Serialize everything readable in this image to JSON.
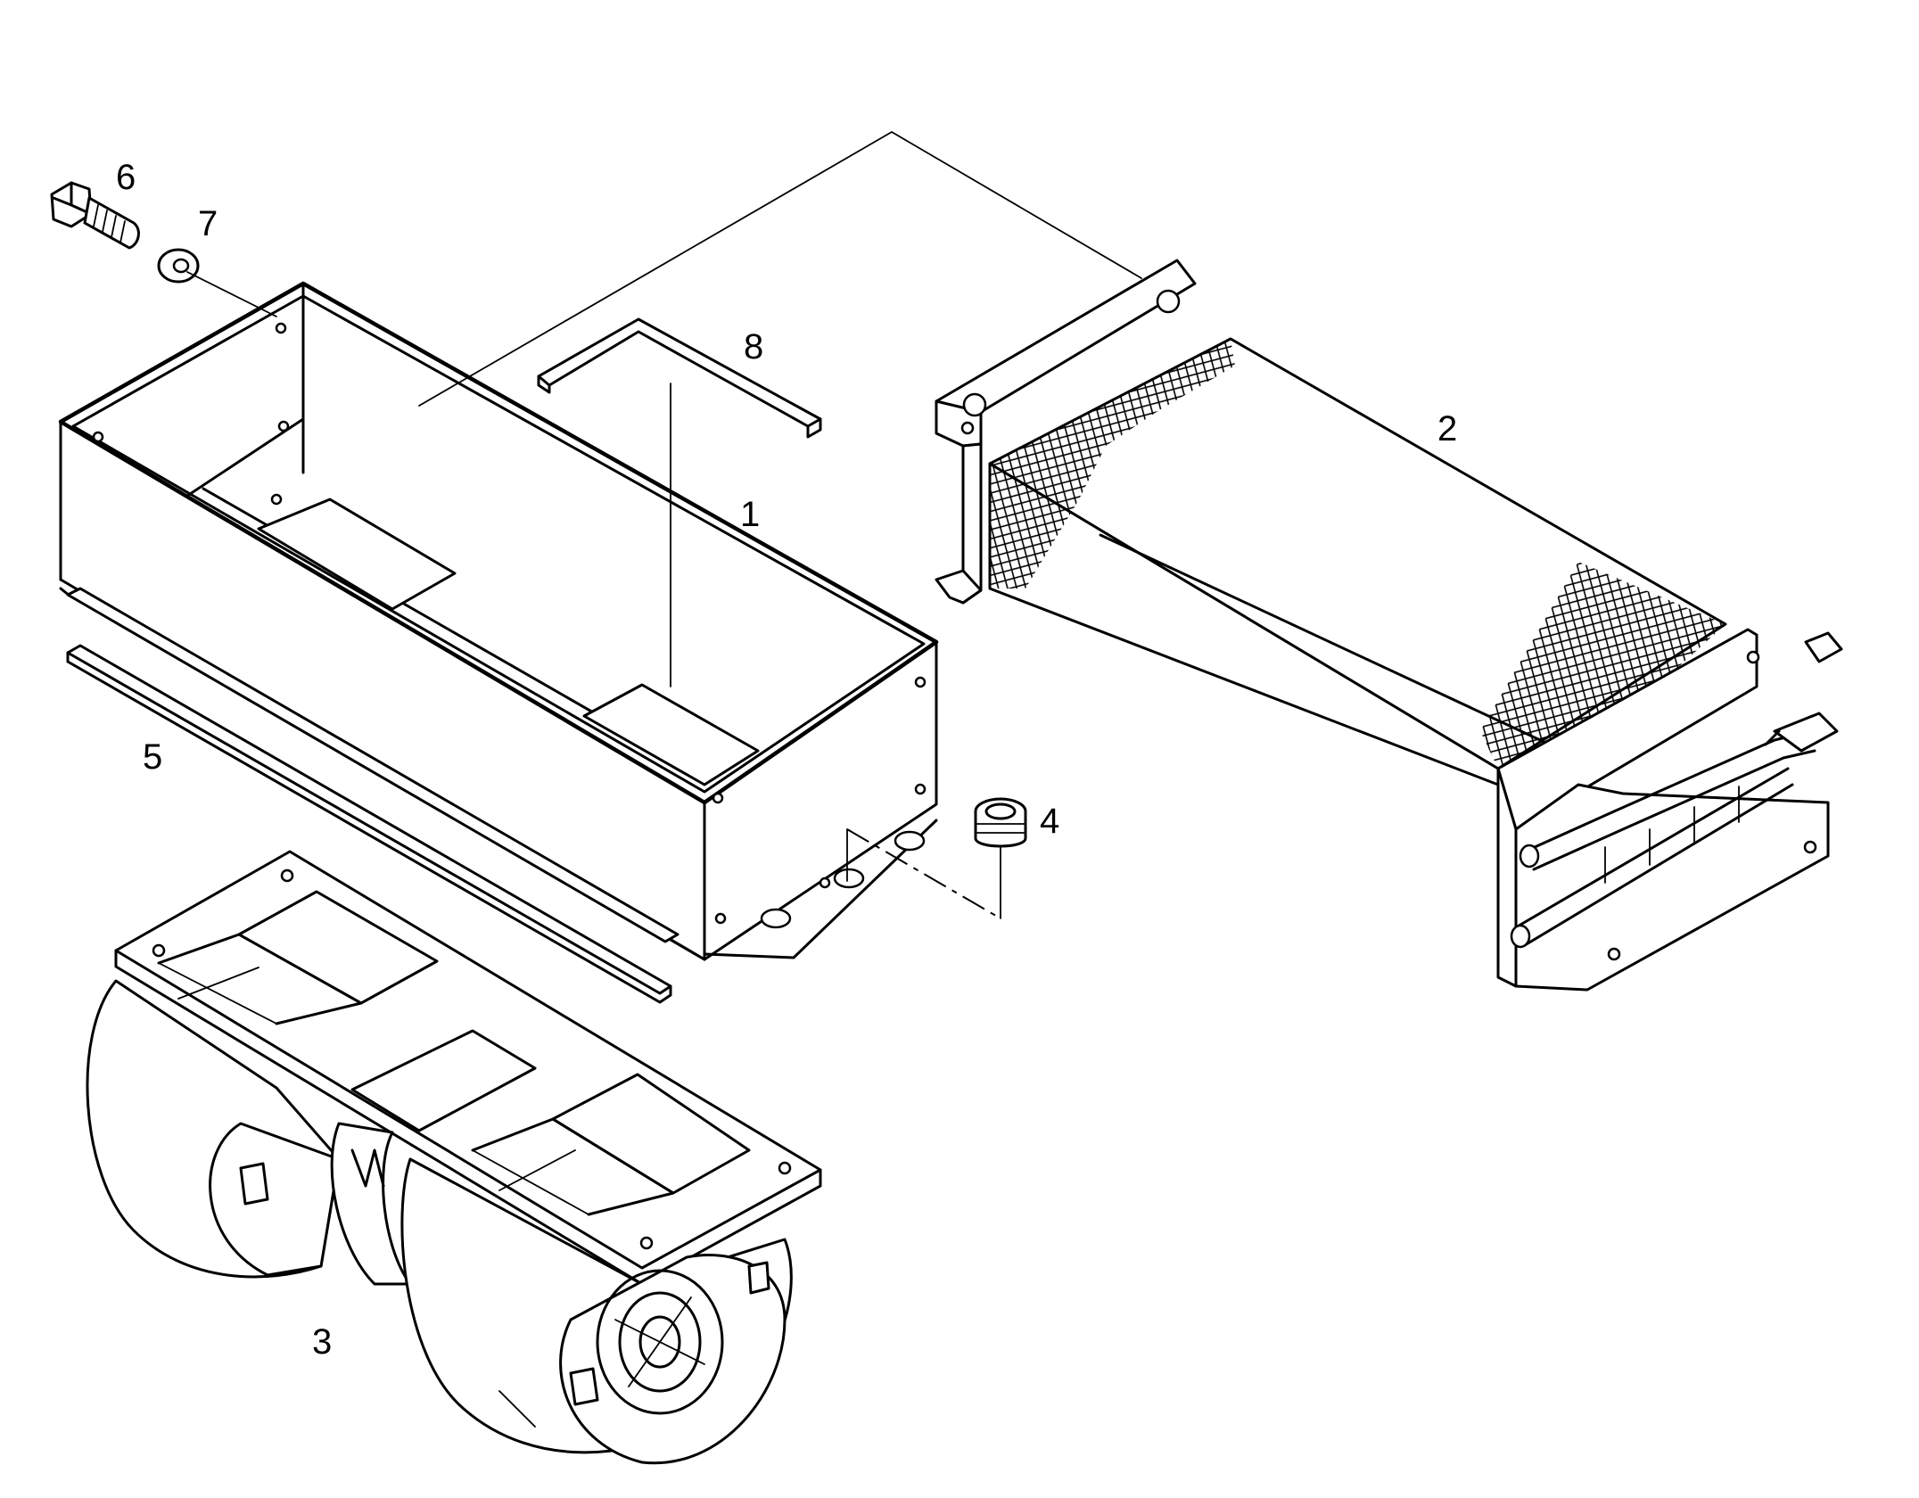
{
  "diagram": {
    "callouts": [
      {
        "id": "part-1",
        "label": "1"
      },
      {
        "id": "part-2",
        "label": "2"
      },
      {
        "id": "part-3",
        "label": "3"
      },
      {
        "id": "part-4",
        "label": "4"
      },
      {
        "id": "part-5",
        "label": "5"
      },
      {
        "id": "part-6",
        "label": "6"
      },
      {
        "id": "part-7",
        "label": "7"
      },
      {
        "id": "part-8",
        "label": "8"
      }
    ]
  }
}
